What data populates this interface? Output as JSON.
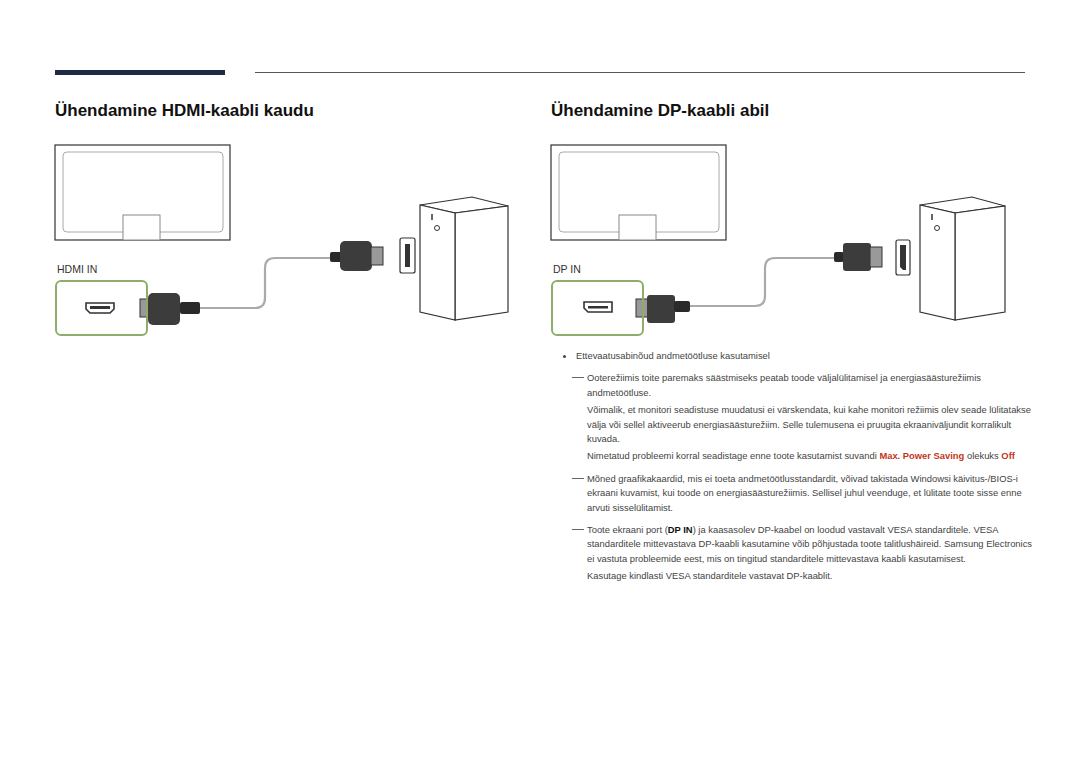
{
  "diagram": {
    "nodes": [
      {
        "text": [
          "HDMI IN"
        ]
      },
      {
        "text": [
          "DP IN"
        ]
      }
    ],
    "labels": [
      "Ühendamine HDMI-kaabli kaudu",
      "Ühendamine DP-kaabli abil",
      "Ettevaatusabinõud andmetöötluse kasutamisel",
      "Ooterežiimis toite paremaks säästmiseks peatab toode väljalülitamisel ja energiasäästurežiimis andmetöötluse.",
      "Võimalik, et monitori seadistuse muudatusi ei värskendata, kui kahe monitori režiimis olev seade lülitatakse välja või sellel aktiveerub energiasäästurežiim. Selle tulemusena ei pruugita ekraaniväljundit korralikult kuvada.",
      "Nimetatud probleemi korral seadistage enne toote kasutamist suvandi",
      "Max. Power Saving",
      "olekuks",
      "Off",
      "Mõned graafikakaardid, mis ei toeta andmetöötlusstandardit, võivad takistada Windowsi käivitus-/BIOS-i ekraani kuvamist, kui toode on energiasäästurežiimis. Sellisel juhul veenduge, et lülitate toote sisse enne arvuti sisselülitamist.",
      "Toote ekraani port (",
      "DP IN",
      ") ja kaasasolev DP-kaabel on loodud vastavalt VESA standarditele. VESA standarditele mittevastava DP-kaabli kasutamine võib põhjustada toote talitlushäireid. Samsung Electronics ei vastuta probleemide eest, mis on tingitud standarditele mittevastava kaabli kasutamisest.",
      "Kasutage kindlasti VESA standarditele vastavat DP-kaablit."
    ]
  }
}
